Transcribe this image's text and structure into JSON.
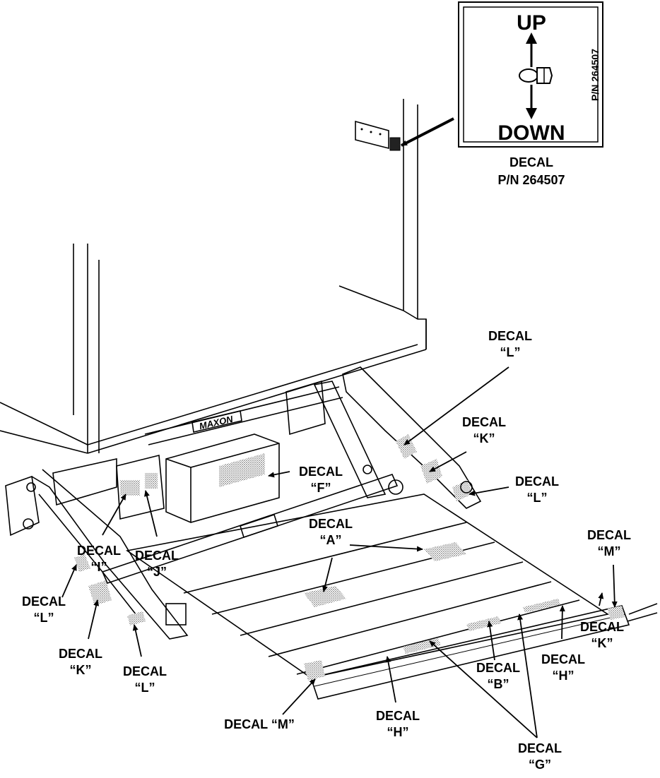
{
  "decal_box": {
    "up": "UP",
    "down": "DOWN",
    "part_vertical": "P/N 264507",
    "caption_line1": "DECAL",
    "caption_line2": "P/N 264507"
  },
  "logo_text": "MAXON",
  "labels": {
    "F": [
      "DECAL",
      "“F”"
    ],
    "I": [
      "DECAL",
      "“I”"
    ],
    "J": [
      "DECAL",
      "“J”"
    ],
    "A": [
      "DECAL",
      "“A”"
    ],
    "L_top": [
      "DECAL",
      "“L”"
    ],
    "K_top": [
      "DECAL",
      "“K”"
    ],
    "L_right": [
      "DECAL",
      "“L”"
    ],
    "M_right": [
      "DECAL",
      "“M”"
    ],
    "L_left": [
      "DECAL",
      "“L”"
    ],
    "K_left": [
      "DECAL",
      "“K”"
    ],
    "L_bottom": [
      "DECAL",
      "“L”"
    ],
    "M_bottom": "DECAL “M”",
    "H_bottom": [
      "DECAL",
      "“H”"
    ],
    "B": [
      "DECAL",
      "“B”"
    ],
    "H_right": [
      "DECAL",
      "“H”"
    ],
    "K_right": [
      "DECAL",
      "“K”"
    ],
    "G": [
      "DECAL",
      "“G”"
    ]
  },
  "icons": [
    "arrow-up-icon",
    "arrow-down-icon",
    "toggle-switch-icon"
  ]
}
